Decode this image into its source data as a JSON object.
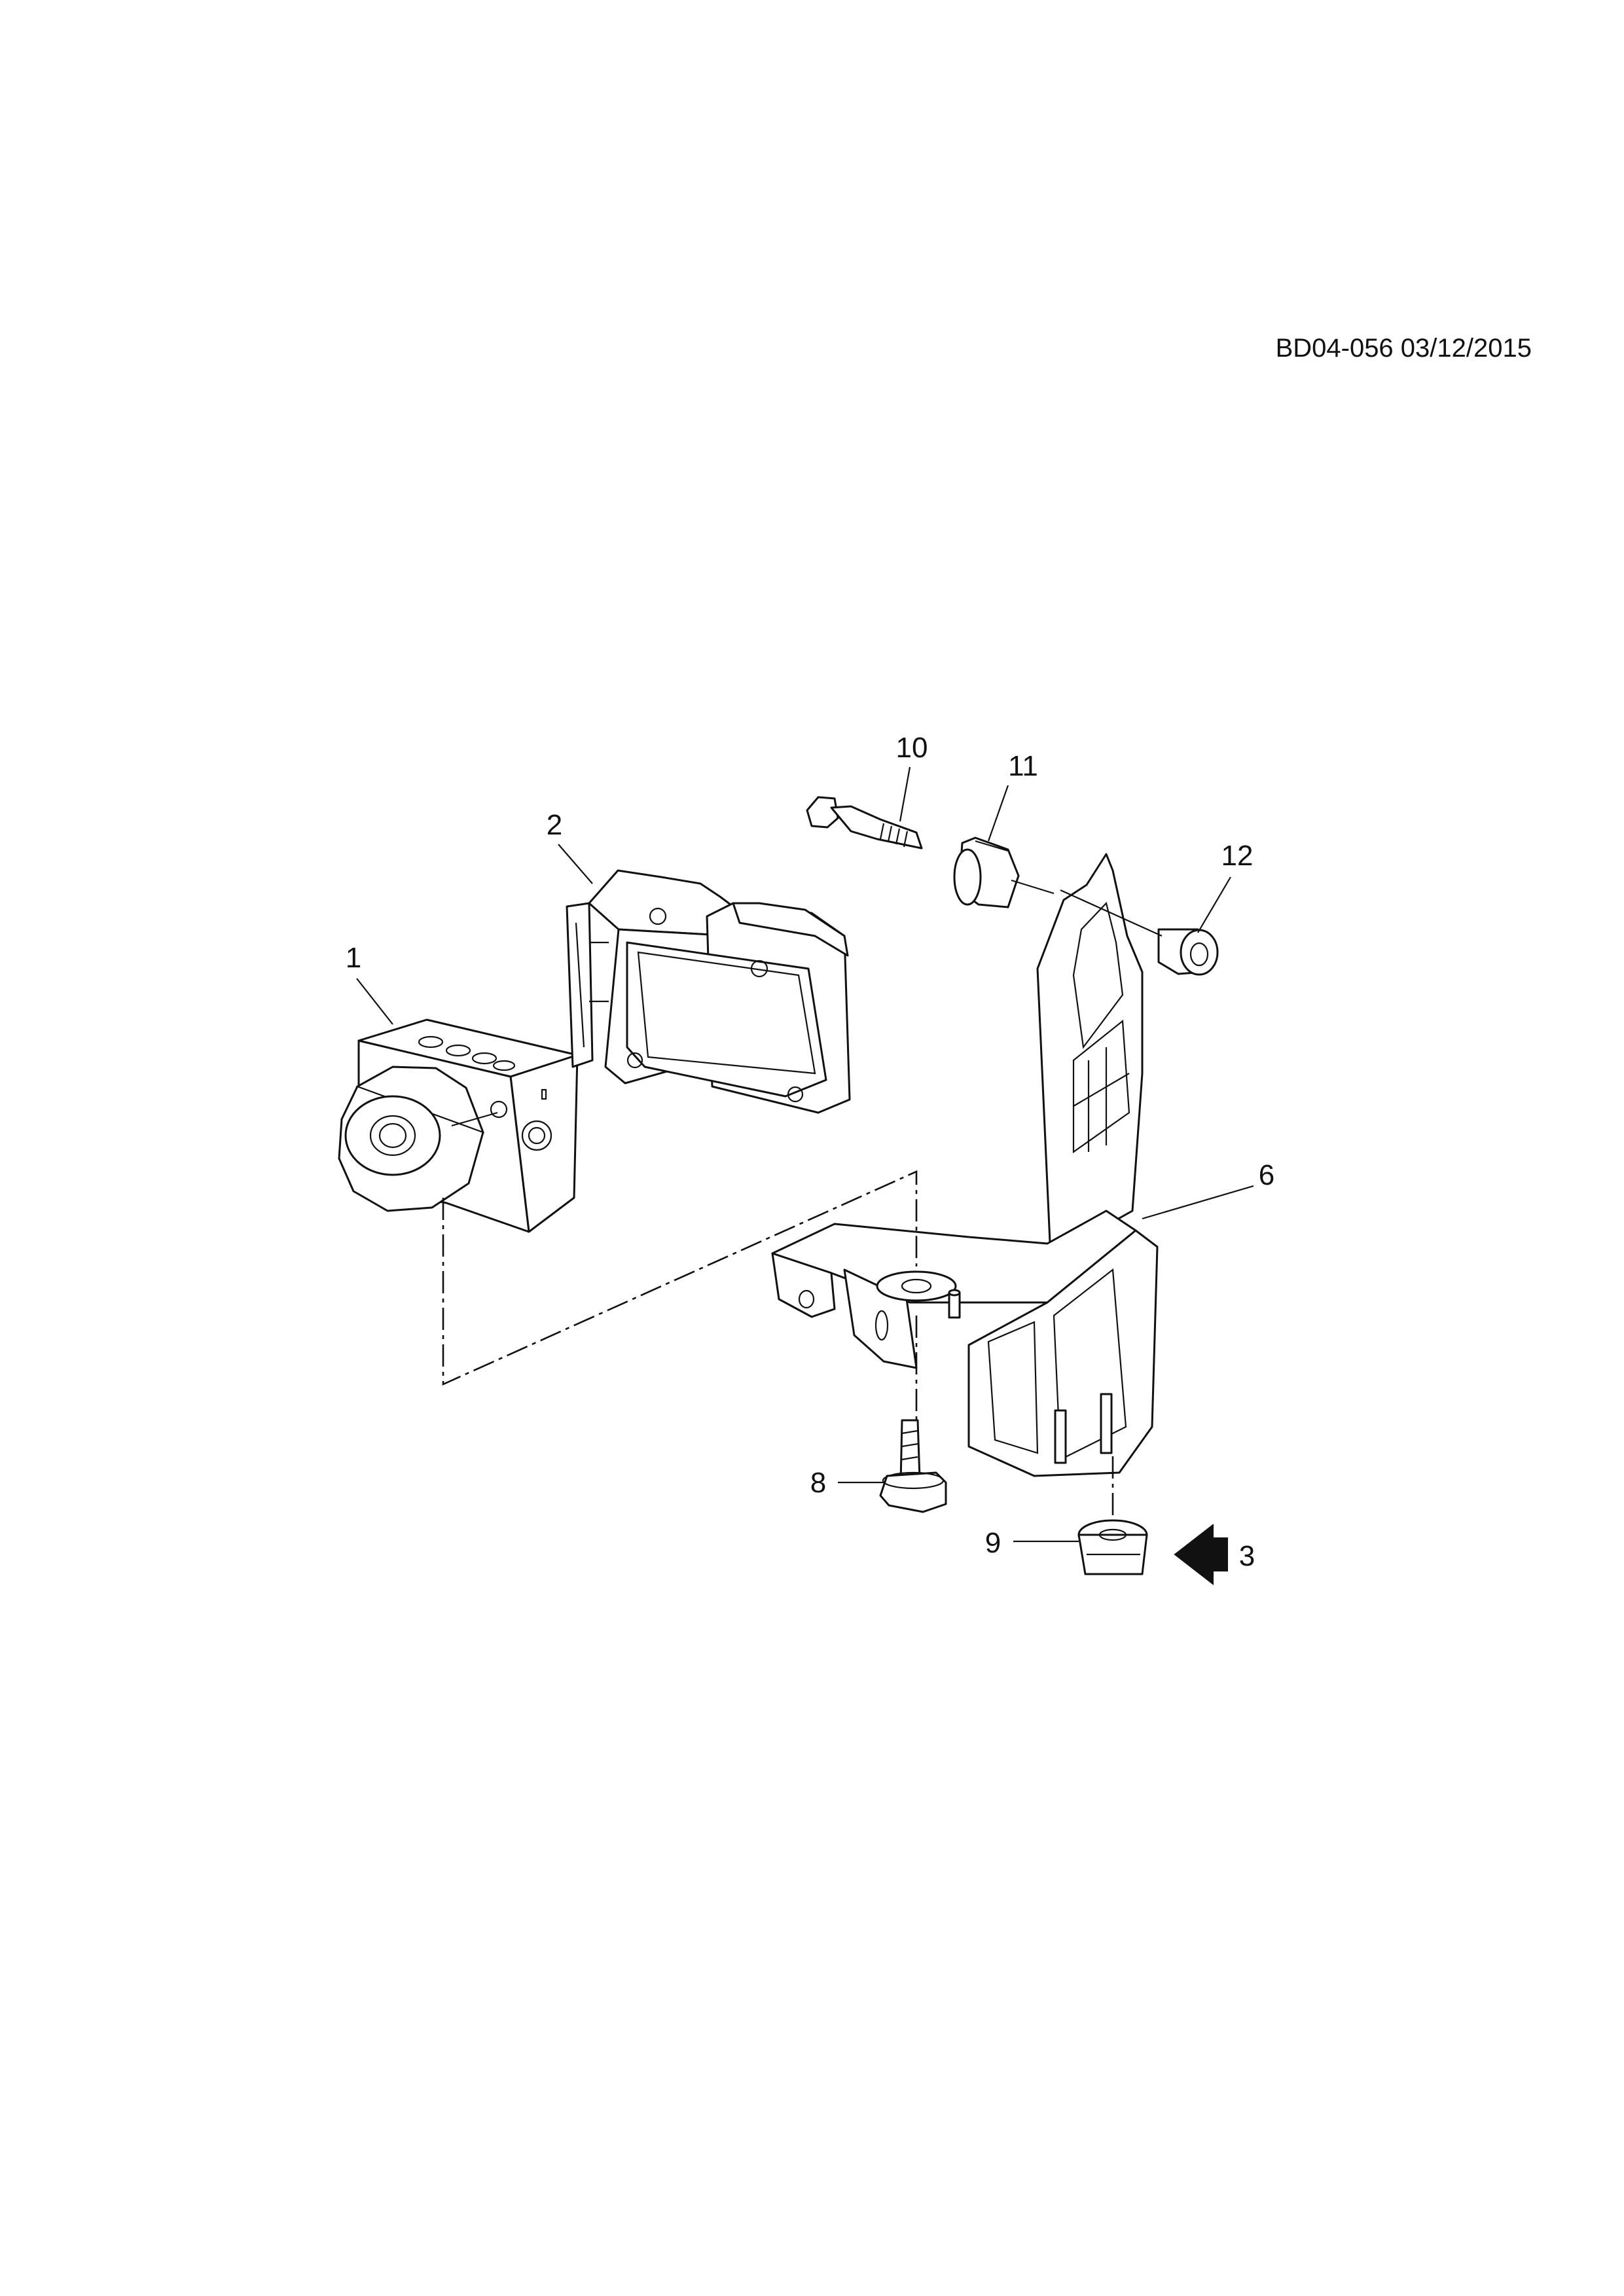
{
  "header": {
    "doc_id": "BD04-056 03/12/2015"
  },
  "callouts": {
    "c1": "1",
    "c2": "2",
    "c3": "3",
    "c6": "6",
    "c8": "8",
    "c9": "9",
    "c10": "10",
    "c11": "11",
    "c12": "12"
  }
}
